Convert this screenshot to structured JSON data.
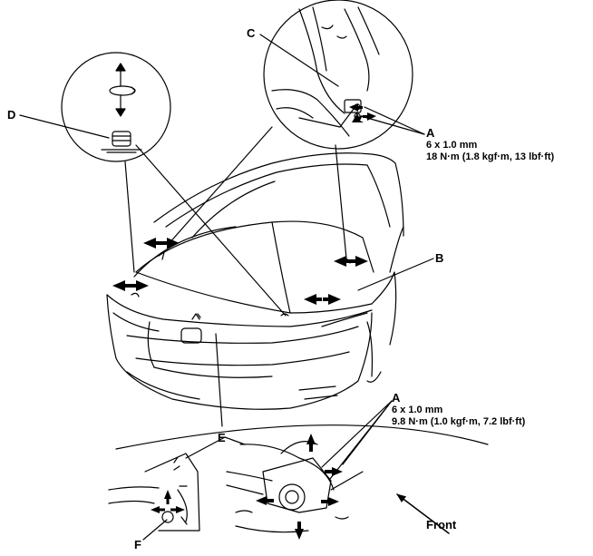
{
  "labels": {
    "A": "A",
    "B": "B",
    "C": "C",
    "D": "D",
    "E": "E",
    "F": "F",
    "front": "Front"
  },
  "specs": {
    "upper": {
      "size": "6 x 1.0 mm",
      "torque": "18 N·m (1.8 kgf·m, 13 lbf·ft)"
    },
    "lower": {
      "size": "6 x 1.0 mm",
      "torque": "9.8 N·m (1.0 kgf·m, 7.2 lbf·ft)"
    }
  },
  "colors": {
    "line": "#000000",
    "background": "#ffffff"
  }
}
